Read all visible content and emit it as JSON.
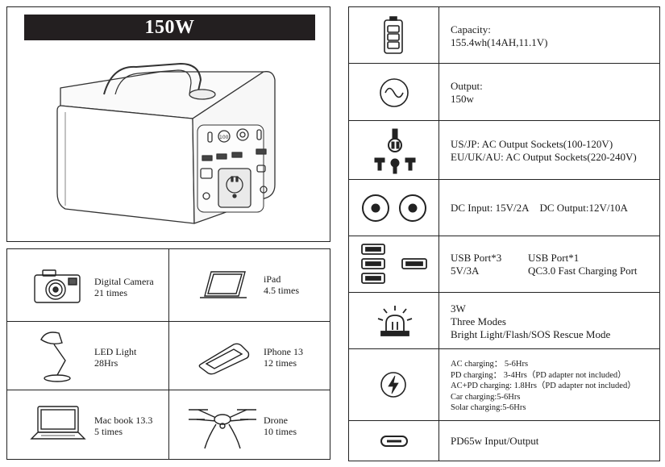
{
  "product": {
    "wattage_label": "150W"
  },
  "devices": [
    {
      "name": "Digital Camera",
      "times": "21 times",
      "icon": "camera-icon"
    },
    {
      "name": "iPad",
      "times": "4.5 times",
      "icon": "tablet-icon"
    },
    {
      "name": "LED Light",
      "times": "28Hrs",
      "icon": "desk-lamp-icon"
    },
    {
      "name": "IPhone 13",
      "times": "12 times",
      "icon": "phone-icon"
    },
    {
      "name": "Mac book 13.3",
      "times": "5 times",
      "icon": "laptop-icon"
    },
    {
      "name": "Drone",
      "times": "10 times",
      "icon": "drone-icon"
    }
  ],
  "specs": {
    "capacity": {
      "label": "Capacity:",
      "value": "155.4wh(14AH,11.1V)",
      "icon": "battery-icon"
    },
    "output": {
      "label": "Output:",
      "value": "150w",
      "icon": "sine-wave-icon"
    },
    "ac_sockets": {
      "us_jp": "US/JP: AC Output Sockets(100-120V)",
      "eu_uk_au": "EU/UK/AU: AC Output Sockets(220-240V)",
      "icon": "ac-socket-icon"
    },
    "dc": {
      "input": "DC Input: 15V/2A",
      "output": "DC Output:12V/10A",
      "icon": "dc-port-icon"
    },
    "usb": {
      "port_a": "USB Port*3",
      "port_b": "USB Port*1",
      "spec_a": "5V/3A",
      "spec_b": "QC3.0 Fast Charging Port",
      "icon": "usb-port-icon"
    },
    "light": {
      "power": "3W",
      "modes": "Three Modes",
      "mode_list": "Bright Light/Flash/SOS Rescue Mode",
      "icon": "emergency-light-icon"
    },
    "charging": {
      "ac": "AC charging： 5-6Hrs",
      "pd": "PD charging： 3-4Hrs（PD adapter not included）",
      "ac_pd": "AC+PD charging: 1.8Hrs（PD adapter not included）",
      "car": "Car charging:5-6Hrs",
      "solar": "Solar charging:5-6Hrs",
      "icon": "fast-charge-icon"
    },
    "pd": {
      "label": "PD65w Input/Output",
      "icon": "usb-c-port-icon"
    }
  }
}
